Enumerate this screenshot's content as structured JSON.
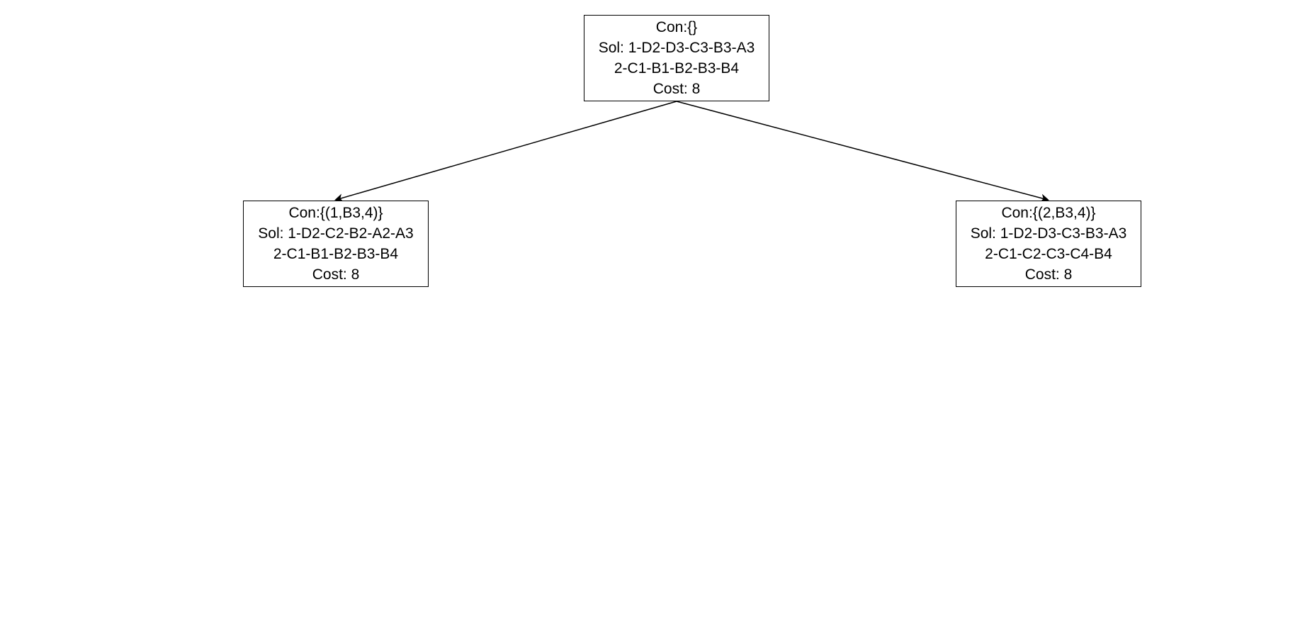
{
  "tree": {
    "root": {
      "con": "Con:{}",
      "sol1": "Sol: 1-D2-D3-C3-B3-A3",
      "sol2": "2-C1-B1-B2-B3-B4",
      "cost": "Cost: 8"
    },
    "left": {
      "con": "Con:{(1,B3,4)}",
      "sol1": "Sol: 1-D2-C2-B2-A2-A3",
      "sol2": "2-C1-B1-B2-B3-B4",
      "cost": "Cost: 8"
    },
    "right": {
      "con": "Con:{(2,B3,4)}",
      "sol1": "Sol: 1-D2-D3-C3-B3-A3",
      "sol2": "2-C1-C2-C3-C4-B4",
      "cost": "Cost: 8"
    },
    "edges": [
      {
        "from": "root",
        "to": "left"
      },
      {
        "from": "root",
        "to": "right"
      }
    ]
  }
}
